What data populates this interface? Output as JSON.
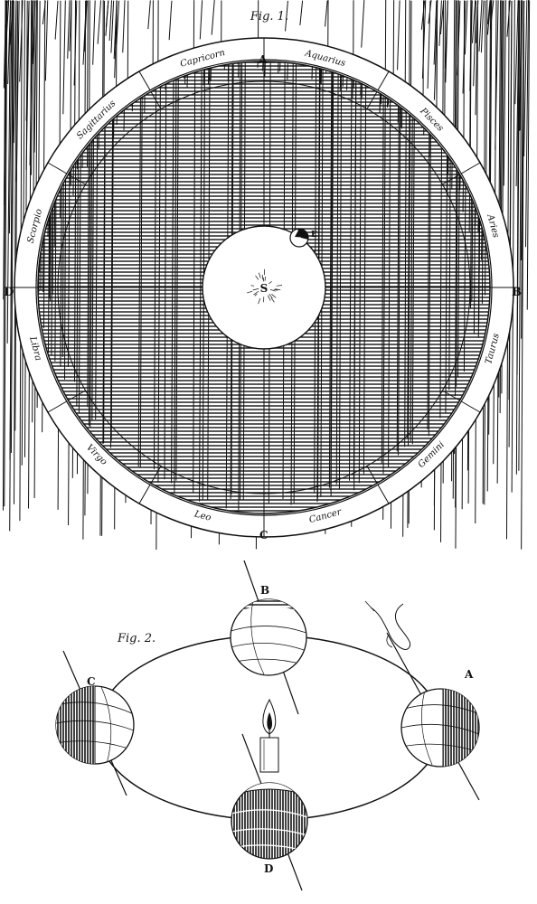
{
  "fig1": {
    "title": "Fig. 1.",
    "sun_label": "S",
    "earth_label": "E",
    "compass": {
      "top": "A",
      "right": "B",
      "bottom": "C",
      "left": "D"
    },
    "zodiac": [
      "Aquarius",
      "Pisces",
      "Aries",
      "Taurus",
      "Gemini",
      "Cancer",
      "Leo",
      "Virgo",
      "Libra",
      "Scorpio",
      "Sagittarius",
      "Capricorn"
    ]
  },
  "fig2": {
    "title": "Fig. 2.",
    "positions": {
      "top": "B",
      "right": "A",
      "bottom": "D",
      "left": "C"
    }
  },
  "colors": {
    "ink": "#111111",
    "paper": "#ffffff"
  }
}
